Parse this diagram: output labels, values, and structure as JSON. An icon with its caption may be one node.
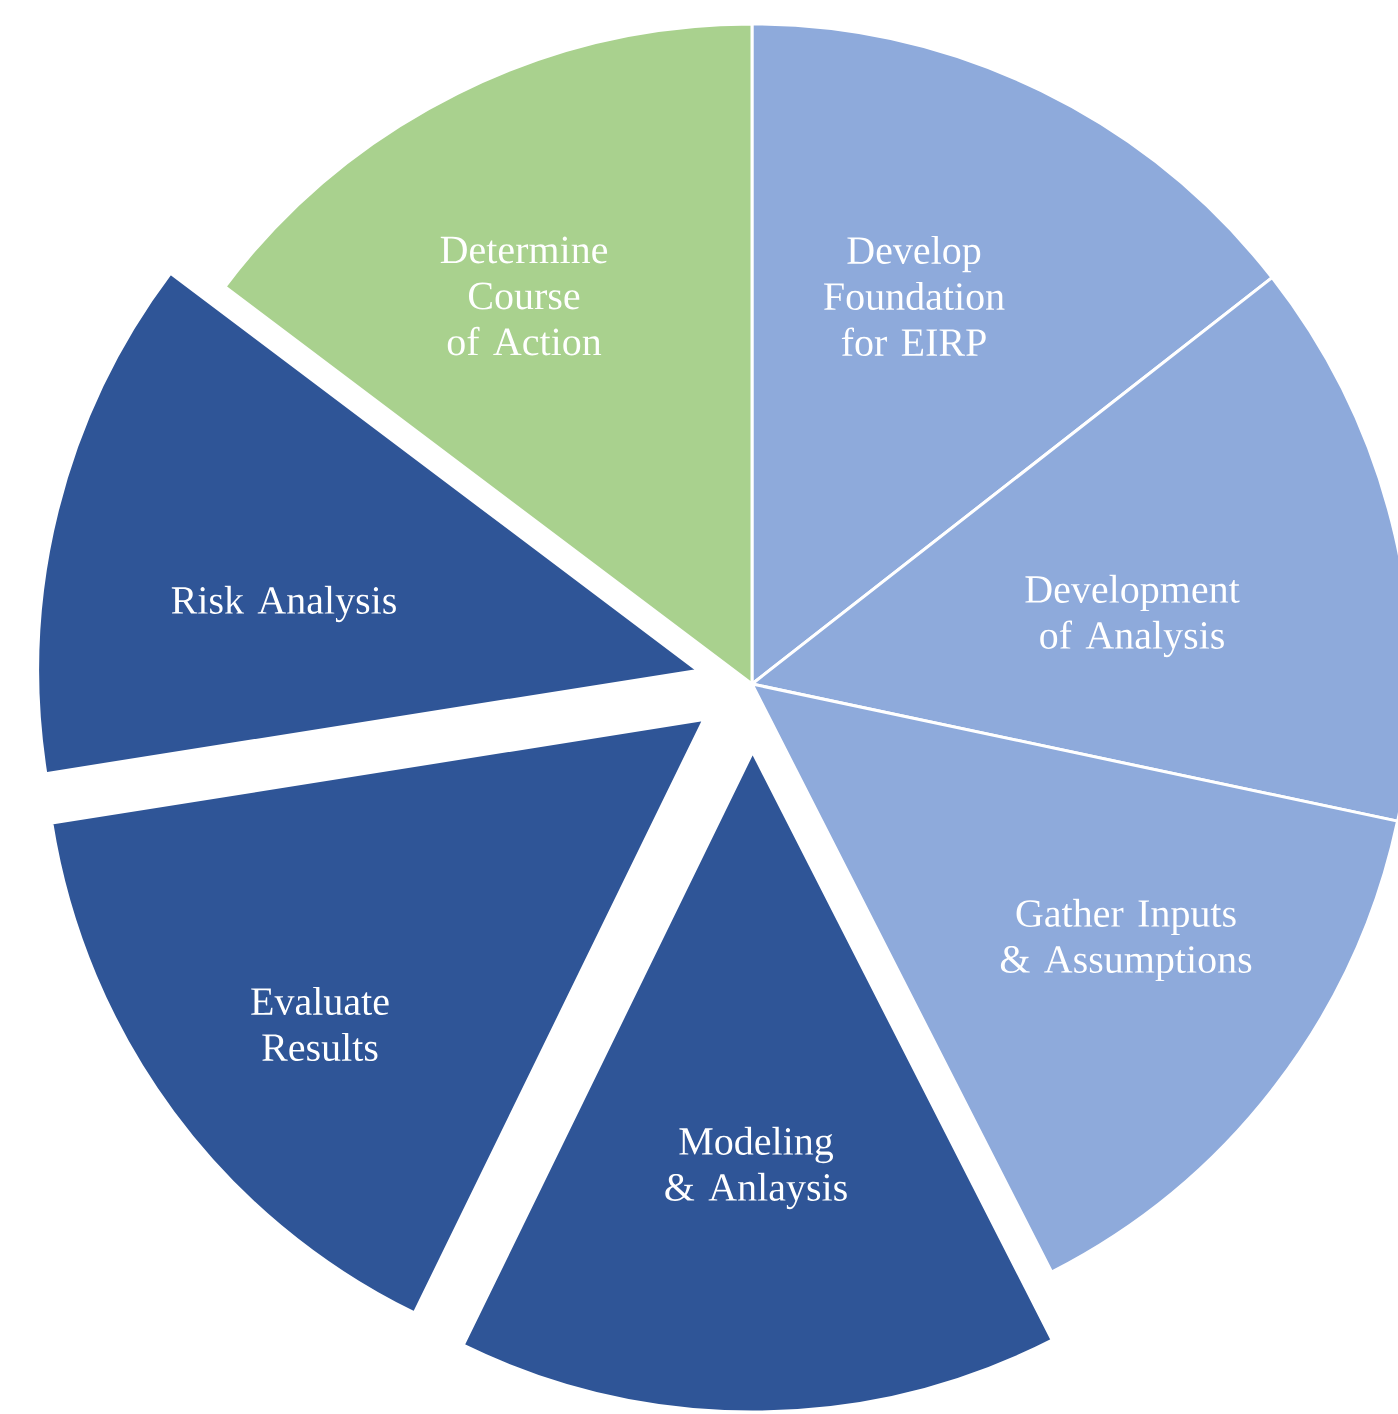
{
  "diagram": {
    "nodes": [
      {
        "text": [
          "Develop Foundation for EIRP"
        ]
      },
      {
        "text": [
          "Development of Analysis"
        ]
      },
      {
        "text": [
          "Gather Inputs & Assumptions"
        ]
      },
      {
        "text": [
          "Modeling & Anlaysis"
        ]
      },
      {
        "text": [
          "Evaluate Results"
        ]
      },
      {
        "text": [
          "Risk Analysis"
        ]
      },
      {
        "text": [
          "Determine Course of Action"
        ]
      }
    ]
  }
}
